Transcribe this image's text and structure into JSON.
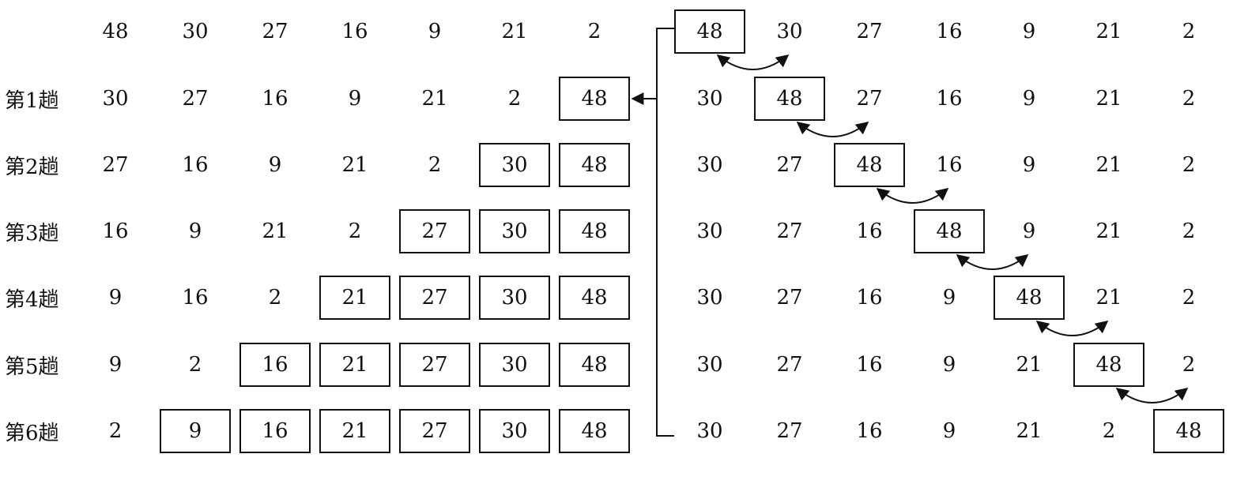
{
  "sorted_panel": {
    "header_row": [
      "48",
      "30",
      "27",
      "16",
      "9",
      "21",
      "2"
    ],
    "rows": [
      {
        "label": "第1趟",
        "values": [
          "30",
          "27",
          "16",
          "9",
          "21",
          "2",
          "48"
        ],
        "boxed_from": 6
      },
      {
        "label": "第2趟",
        "values": [
          "27",
          "16",
          "9",
          "21",
          "2",
          "30",
          "48"
        ],
        "boxed_from": 5
      },
      {
        "label": "第3趟",
        "values": [
          "16",
          "9",
          "21",
          "2",
          "27",
          "30",
          "48"
        ],
        "boxed_from": 4
      },
      {
        "label": "第4趟",
        "values": [
          "9",
          "16",
          "2",
          "21",
          "27",
          "30",
          "48"
        ],
        "boxed_from": 3
      },
      {
        "label": "第5趟",
        "values": [
          "9",
          "2",
          "16",
          "21",
          "27",
          "30",
          "48"
        ],
        "boxed_from": 2
      },
      {
        "label": "第6趟",
        "values": [
          "2",
          "9",
          "16",
          "21",
          "27",
          "30",
          "48"
        ],
        "boxed_from": 1
      }
    ]
  },
  "bubble_panel": {
    "rows": [
      {
        "values": [
          "48",
          "30",
          "27",
          "16",
          "9",
          "21",
          "2"
        ],
        "boxed_index": 0
      },
      {
        "values": [
          "30",
          "48",
          "27",
          "16",
          "9",
          "21",
          "2"
        ],
        "boxed_index": 1
      },
      {
        "values": [
          "30",
          "27",
          "48",
          "16",
          "9",
          "21",
          "2"
        ],
        "boxed_index": 2
      },
      {
        "values": [
          "30",
          "27",
          "16",
          "48",
          "9",
          "21",
          "2"
        ],
        "boxed_index": 3
      },
      {
        "values": [
          "30",
          "27",
          "16",
          "9",
          "48",
          "21",
          "2"
        ],
        "boxed_index": 4
      },
      {
        "values": [
          "30",
          "27",
          "16",
          "9",
          "21",
          "48",
          "2"
        ],
        "boxed_index": 5
      },
      {
        "values": [
          "30",
          "27",
          "16",
          "9",
          "21",
          "2",
          "48"
        ],
        "boxed_index": 6
      }
    ]
  },
  "colors": {
    "ink": "#111111",
    "background": "#ffffff"
  }
}
